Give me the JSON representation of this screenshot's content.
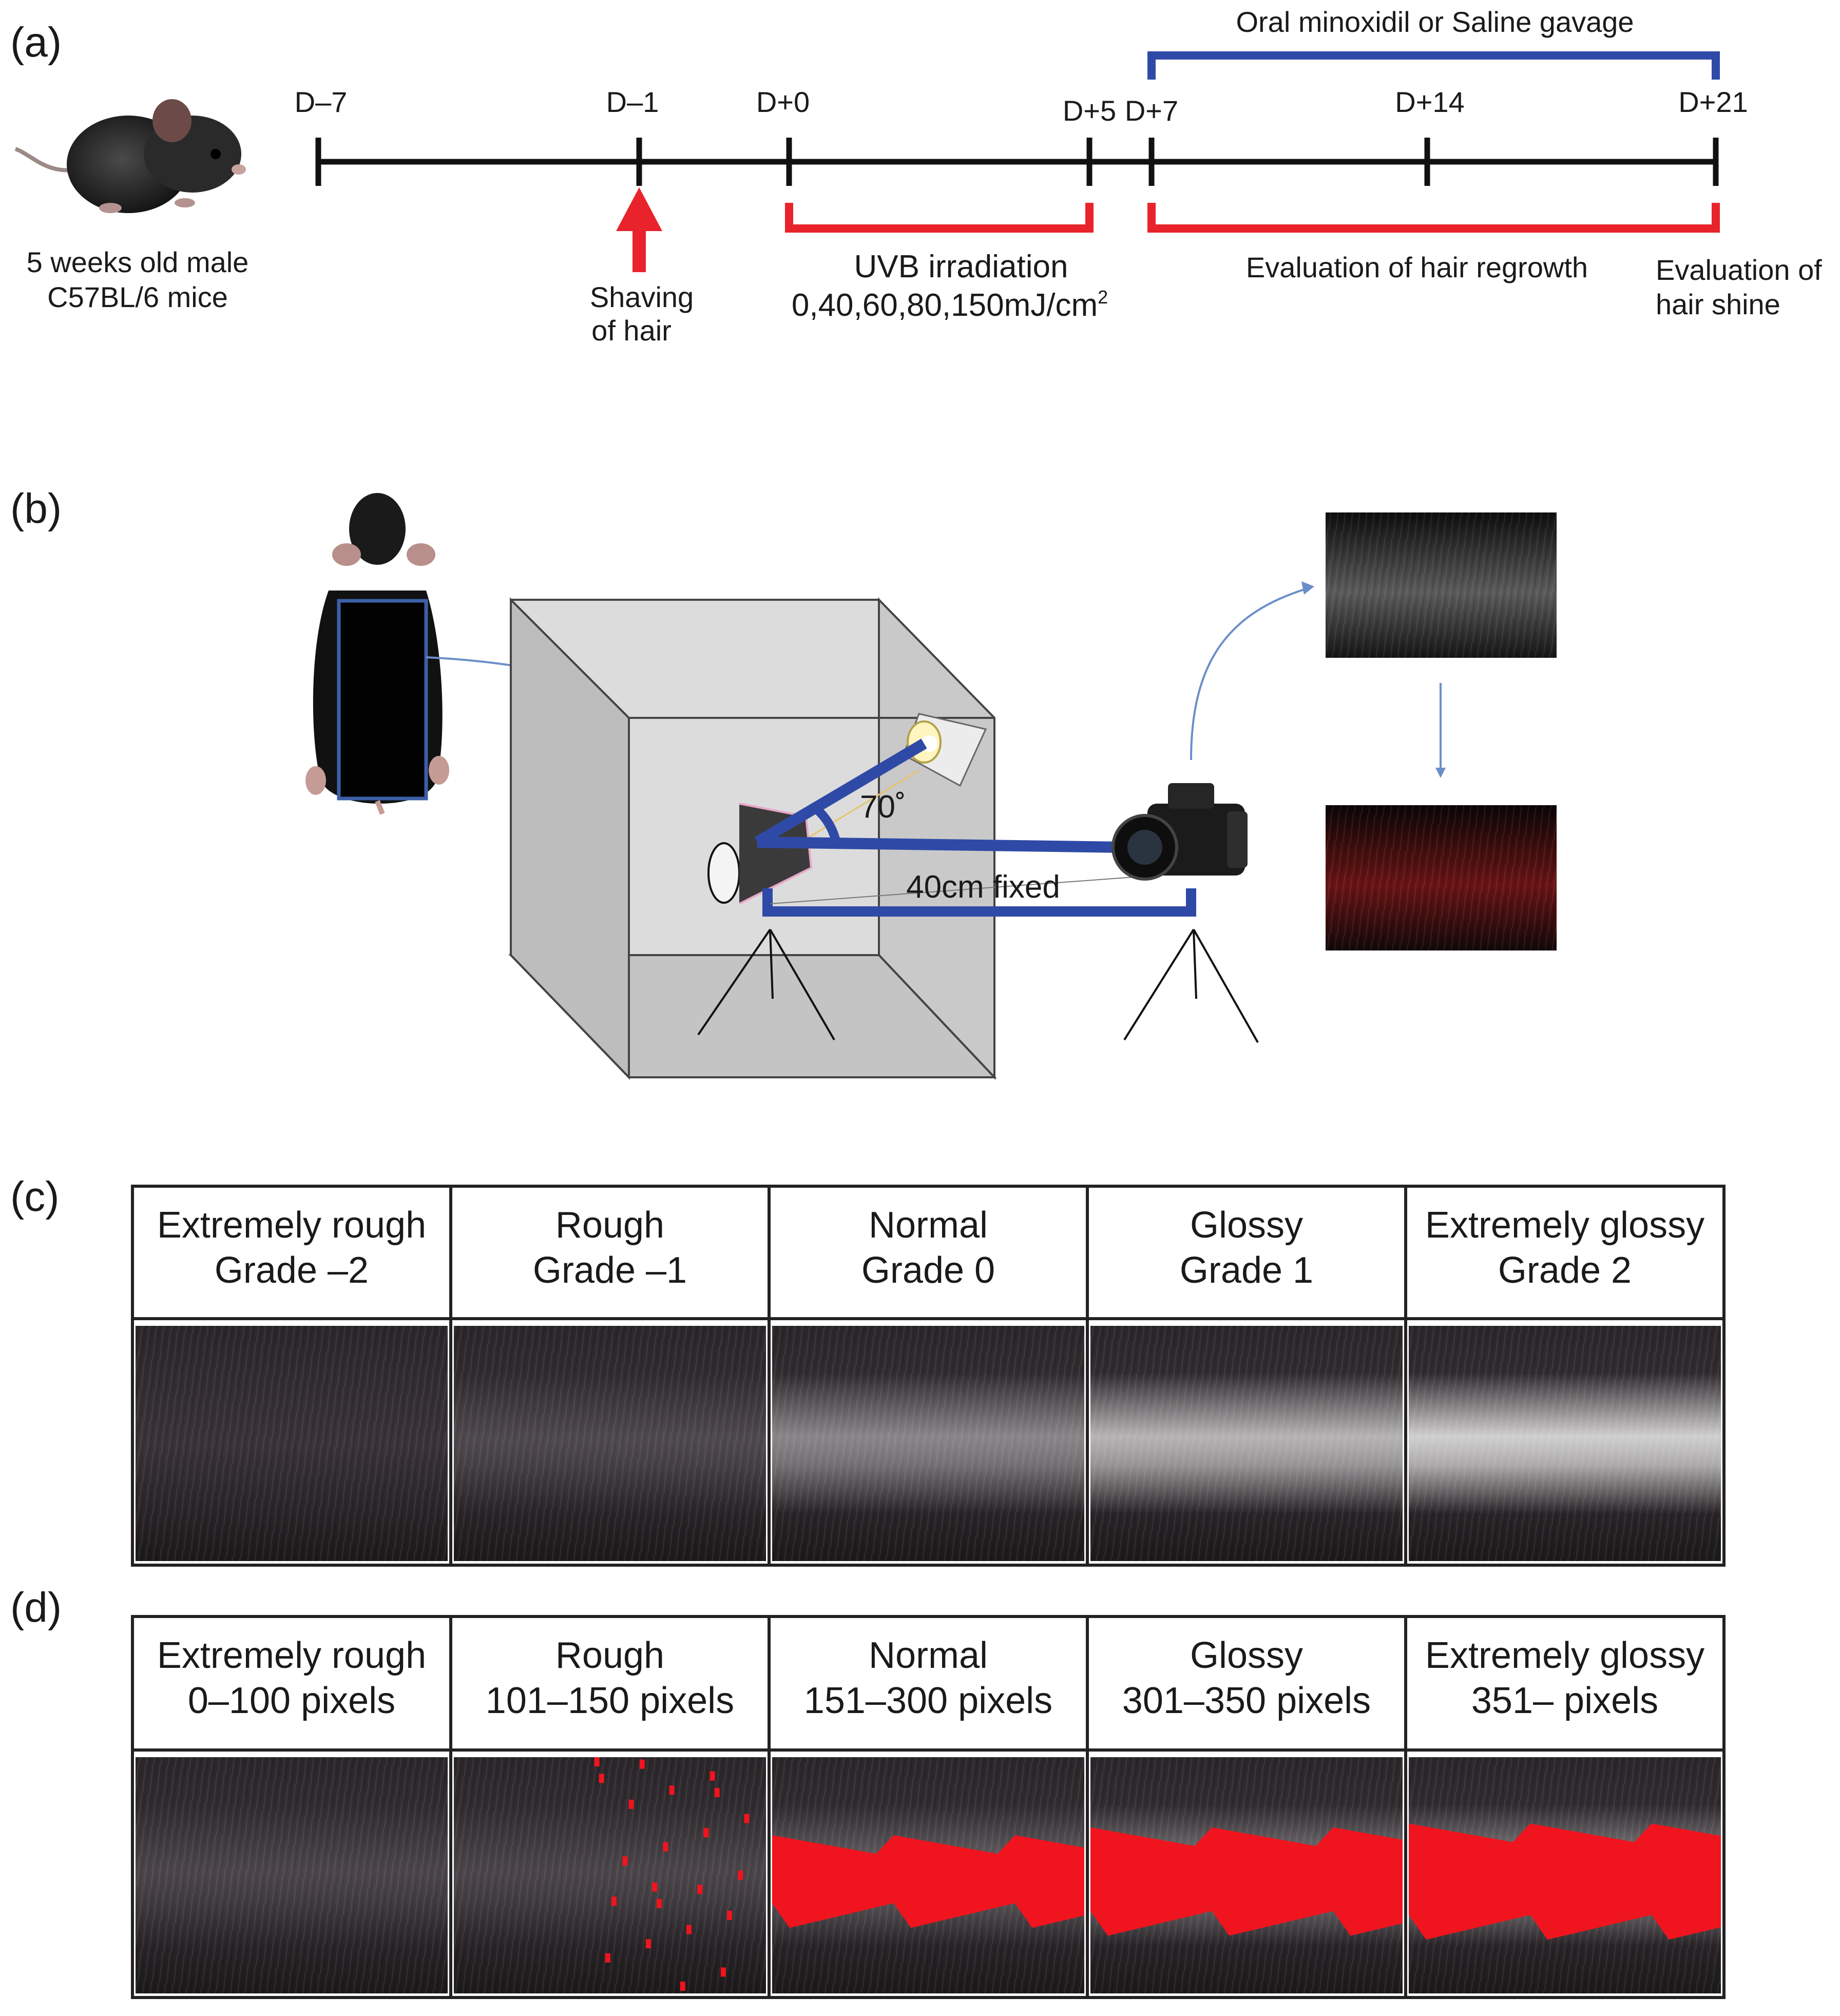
{
  "colors": {
    "timeline": "#111111",
    "blue_bracket": "#2f4aa6",
    "red_bracket": "#e8232b",
    "arrow_red": "#e8232b",
    "box_face": "#dcdcdc",
    "box_side": "#c4c4c4",
    "overlay_red": "#f0141e",
    "grid_border": "#222222"
  },
  "panel_a": {
    "label": "(a)",
    "mouse_caption_line1": "5 weeks old male",
    "mouse_caption_line2": "C57BL/6 mice",
    "ticks": [
      "D–7",
      "D–1",
      "D+0",
      "D+5",
      "D+7",
      "D+14",
      "D+21"
    ],
    "top_bracket_label": "Oral minoxidil or Saline gavage",
    "shaving_line1": "Shaving",
    "shaving_line2": "of hair",
    "uvb_line1": "UVB irradiation",
    "uvb_line2": "0,40,60,80,150mJ/cm",
    "uvb_superscript": "2",
    "regrowth_label": "Evaluation of hair regrowth",
    "shine_line1": "Evaluation of",
    "shine_line2": "hair shine"
  },
  "panel_b": {
    "label": "(b)",
    "angle_label": "70˚",
    "distance_label": "40cm fixed"
  },
  "panel_c": {
    "label": "(c)",
    "columns": [
      {
        "line1": "Extremely rough",
        "line2": "Grade –2",
        "shine": 0.0
      },
      {
        "line1": "Rough",
        "line2": "Grade –1",
        "shine": 0.12
      },
      {
        "line1": "Normal",
        "line2": "Grade 0",
        "shine": 0.45
      },
      {
        "line1": "Glossy",
        "line2": "Grade 1",
        "shine": 0.7
      },
      {
        "line1": "Extremely glossy",
        "line2": "Grade 2",
        "shine": 0.85
      }
    ]
  },
  "panel_d": {
    "label": "(d)",
    "columns": [
      {
        "line1": "Extremely rough",
        "line2": "0–100 pixels",
        "red": 0.0
      },
      {
        "line1": "Rough",
        "line2": "101–150 pixels",
        "red": 0.08
      },
      {
        "line1": "Normal",
        "line2": "151–300 pixels",
        "red": 0.55
      },
      {
        "line1": "Glossy",
        "line2": "301–350 pixels",
        "red": 0.85
      },
      {
        "line1": "Extremely glossy",
        "line2": "351– pixels",
        "red": 1.0
      }
    ]
  }
}
